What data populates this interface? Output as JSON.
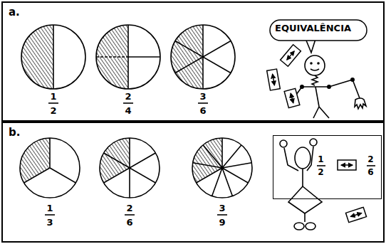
{
  "diagram": {
    "nodes": [
      {
        "text": [
          "a."
        ]
      },
      {
        "text": [
          "EQUIVALÊNCIA"
        ],
        "in": 0
      },
      {
        "text": [
          "b."
        ]
      },
      {
        "text": [
          "1",
          "2",
          "2",
          "6"
        ],
        "in": 2
      }
    ],
    "labels": [
      "1",
      "2",
      "2",
      "4",
      "3",
      "6",
      "1",
      "3",
      "2",
      "6",
      "3",
      "9"
    ]
  }
}
